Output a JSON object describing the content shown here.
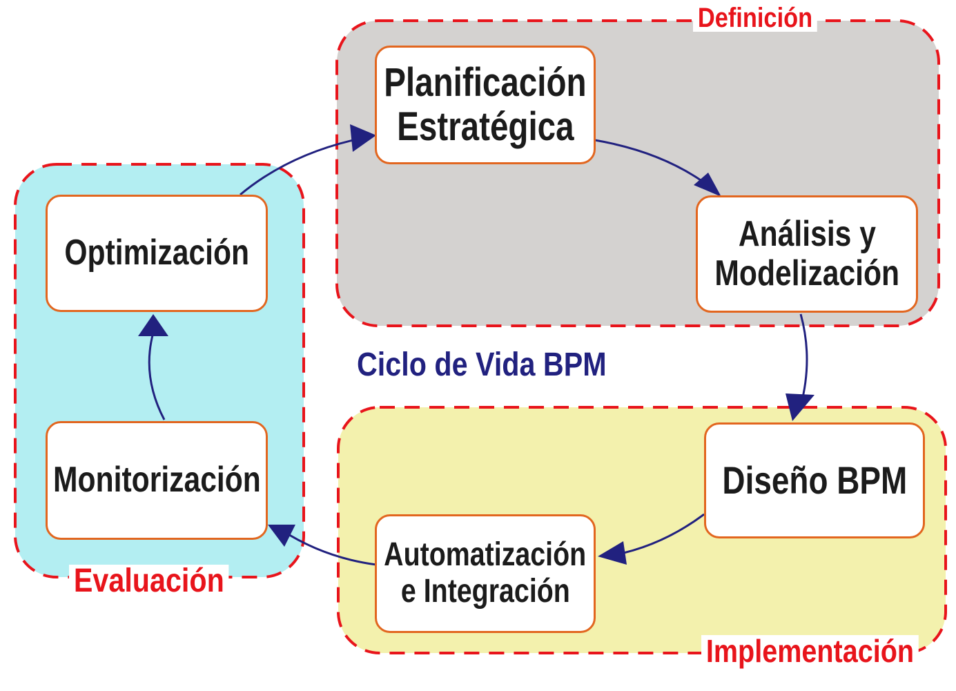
{
  "title": "Ciclo de Vida BPM",
  "colors": {
    "definicion_fill": "#d4d2d0",
    "evaluacion_fill": "#b3eef2",
    "implementacion_fill": "#f3f1ad",
    "dashed_border": "#e8141b",
    "node_border": "#e2661f",
    "arrow": "#21217f"
  },
  "regions": {
    "definicion": "Definición",
    "evaluacion": "Evaluación",
    "implementacion": "Implementación"
  },
  "nodes": {
    "planificacion": [
      "Planificación",
      "Estratégica"
    ],
    "analisis": [
      "Análisis y",
      "Modelización"
    ],
    "diseno": "Diseño BPM",
    "automatizacion": [
      "Automatización",
      "e Integración"
    ],
    "monitorizacion": "Monitorización",
    "optimizacion": "Optimización"
  }
}
